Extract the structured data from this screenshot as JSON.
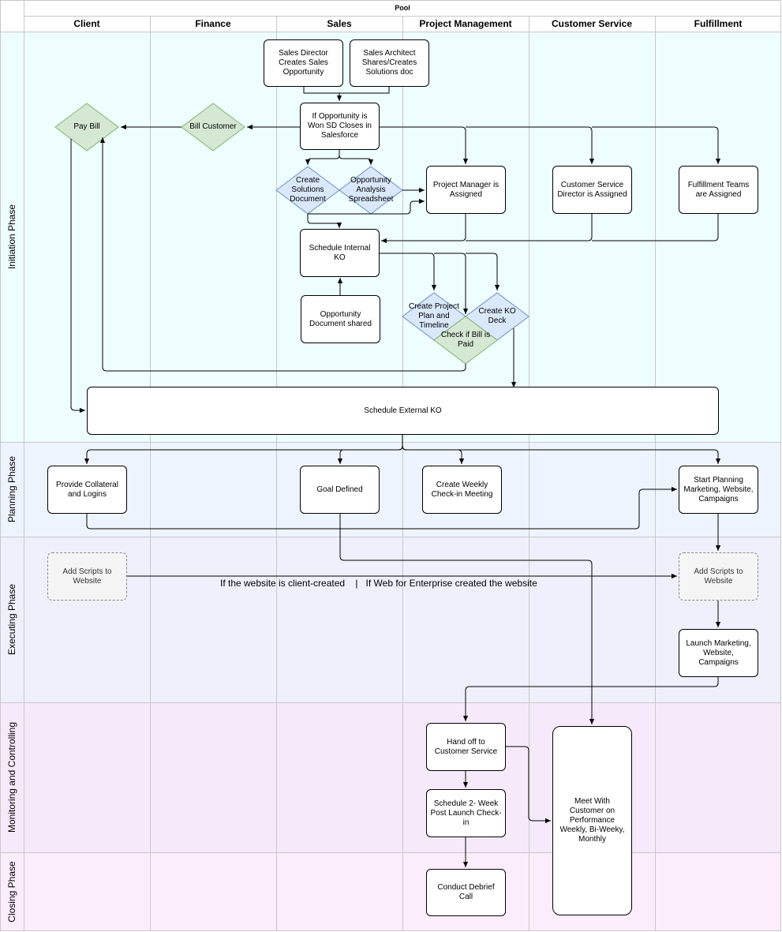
{
  "pool": {
    "title": "Pool"
  },
  "lanes": [
    "Client",
    "Finance",
    "Sales",
    "Project Management",
    "Customer Service",
    "Fulfillment"
  ],
  "phases": [
    "Initiation Phase",
    "Planning Phase",
    "Executing Phase",
    "Monitoring and Controlling",
    "Closing Phase"
  ],
  "nodes": {
    "sales_director": "Sales Director Creates Sales Opportunity",
    "sales_architect": "Sales Architect Shares/Creates Solutions doc",
    "opportunity_won": "If Opportunity is Won SD Closes in Salesforce",
    "pay_bill": "Pay Bill",
    "bill_customer": "Bill Customer",
    "create_solutions": "Create Solutions Document",
    "opportunity_analysis": "Opportunity Analysis Spreadsheet",
    "pm_assigned": "Project Manager is Assigned",
    "cs_assigned": "Customer Service Director is Assigned",
    "fulfillment_assigned": "Fulfillment Teams are Assigned",
    "schedule_internal_ko": "Schedule Internal KO",
    "opportunity_doc_shared": "Opportunity Document shared",
    "create_project_plan": "Create Project Plan and Timeline",
    "create_ko_deck": "Create KO Deck",
    "check_bill_paid": "Check if Bill is Paid",
    "schedule_external_ko": "Schedule External KO",
    "provide_collateral": "Provide Collateral and Logins",
    "goal_defined": "Goal Defined",
    "weekly_checkin": "Create Weekly Check-in Meeting",
    "start_planning": "Start Planning Marketing, Website, Campaigns",
    "add_scripts_client": "Add Scripts to Website",
    "add_scripts_fulfillment": "Add Scripts to Website",
    "launch_marketing": "Launch Marketing, Website, Campaigns",
    "hand_off": "Hand off to Customer Service",
    "schedule_2week": "Schedule 2- Week Post Launch Check-in",
    "meet_customer": "Meet With Customer on Performance Weekly, Bi-Weeky, Monthly",
    "debrief_call": "Conduct Debrief Call"
  },
  "edge_label": "If the website is client-created    |   If Web for Enterprise created the website",
  "colors": {
    "phase_initiation": "#eefefe",
    "phase_planning": "#eef4fe",
    "phase_executing": "#f0f0fd",
    "phase_monitoring": "#f6eafa",
    "phase_closing": "#fcedfc",
    "diamond_green": "#d5e8d4",
    "diamond_green_stroke": "#82b366",
    "diamond_blue": "#dae8fc",
    "diamond_blue_stroke": "#6c8ebf"
  }
}
